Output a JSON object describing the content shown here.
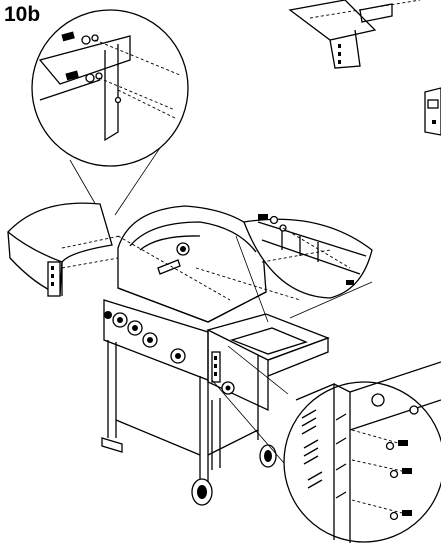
{
  "step": {
    "label": "10b"
  },
  "colors": {
    "line": "#000000",
    "background": "#ffffff"
  },
  "parts": [
    "grill-body",
    "grill-lid",
    "control-panel",
    "cart-frame",
    "left-side-shelf",
    "right-side-shelf",
    "side-burner-lid",
    "wheels",
    "screws",
    "bracket"
  ]
}
